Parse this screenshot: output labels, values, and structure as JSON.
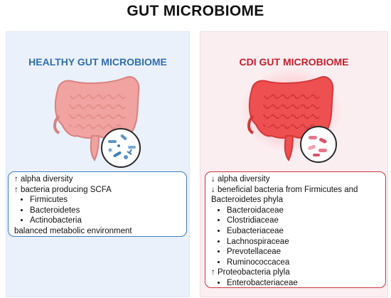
{
  "title": "GUT MICROBIOME",
  "healthy": {
    "heading": "HEALTHY GUT MICROBIOME",
    "line1": "↑ alpha diversity",
    "line2": "↑ bacteria producing SCFA",
    "bacteria": [
      "Firmicutes",
      "Bacteroidetes",
      "Actinobacteria"
    ],
    "footer": "balanced metabolic environment"
  },
  "cdi": {
    "heading": "CDI GUT MICROBIOME",
    "line1": "↓ alpha diversity",
    "line2a": "↓ beneficial bacteria from Firmicutes and",
    "line2b": "Bacteroidetes phyla",
    "families": [
      "Bacteroidaceae",
      "Clostridiaceae",
      "Eubacteriaceae",
      "Lachnospiraceae",
      "Prevotellaceae",
      "Ruminococcacea"
    ],
    "line3": "↑ Proteobacteria plyla",
    "proteo": [
      "Enterobacteriaceae"
    ]
  },
  "colors": {
    "healthy_accent": "#2e6fad",
    "cdi_accent": "#c5202a",
    "healthy_bg": "#eaf1fb",
    "cdi_bg": "#fbeef1",
    "intestine_healthy": "#f0a3a0",
    "intestine_cdi": "#ee4f50"
  }
}
